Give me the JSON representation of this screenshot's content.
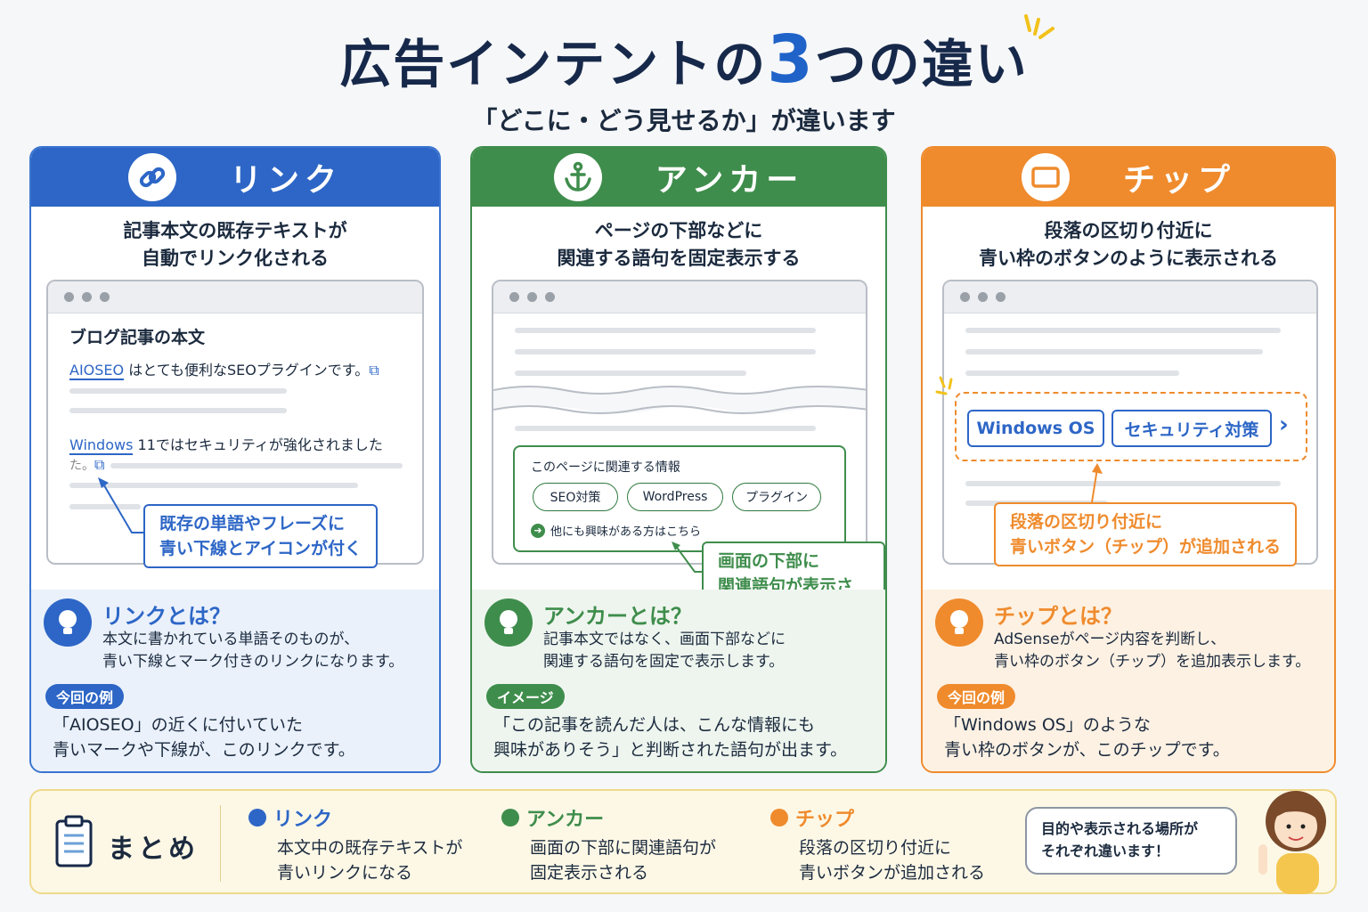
{
  "header": {
    "title_before": "広告インテントの",
    "title_num": "3",
    "title_after": "つの違い",
    "subtitle": "「どこに・どう見せるか」が違います"
  },
  "columns": [
    {
      "name": "リンク",
      "icon": "link-icon",
      "color": "#2d66c6",
      "desc": [
        "記事本文の既存テキストが",
        "自動でリンク化される"
      ],
      "mock": {
        "heading": "ブログ記事の本文",
        "link1": "AIOSEO",
        "text1": "はとても便利なSEOプラグインです。",
        "link2": "Windows",
        "text2": "11ではセキュリティが強化されました",
        "text2b": "た。"
      },
      "callout": [
        "既存の単語やフレーズに",
        "青い下線とアイコンが付く"
      ],
      "q": "リンクとは？",
      "qt": [
        "本文に書かれている単語そのものが、",
        "青い下線とマーク付きのリンクになります。"
      ],
      "tag": "今回の例",
      "ex": [
        "「AIOSEO」の近くに付いていた",
        "青いマークや下線が、このリンクです。"
      ]
    },
    {
      "name": "アンカー",
      "icon": "anchor-icon",
      "color": "#3f8d4c",
      "desc": [
        "ページの下部などに",
        "関連する語句を固定表示する"
      ],
      "mock": {
        "box_title": "このページに関連する情報",
        "keywords": [
          "SEO対策",
          "WordPress",
          "プラグイン"
        ],
        "more": "他にも興味がある方はこちら"
      },
      "callout": [
        "画面の下部に",
        "関連語句が表示される"
      ],
      "q": "アンカーとは？",
      "qt": [
        "記事本文ではなく、画面下部などに",
        "関連する語句を固定で表示します。"
      ],
      "tag": "イメージ",
      "ex": [
        "「この記事を読んだ人は、こんな情報にも",
        "興味がありそう」と判断された語句が出ます。"
      ]
    },
    {
      "name": "チップ",
      "icon": "chip-icon",
      "color": "#ef8b2d",
      "desc": [
        "段落の区切り付近に",
        "青い枠のボタンのように表示される"
      ],
      "mock": {
        "chips": [
          "Windows OS",
          "セキュリティ対策"
        ],
        "arrow": "›"
      },
      "callout": [
        "段落の区切り付近に",
        "青いボタン（チップ）が追加される"
      ],
      "q": "チップとは？",
      "qt": [
        "AdSenseがページ内容を判断し、",
        "青い枠のボタン（チップ）を追加表示します。"
      ],
      "tag": "今回の例",
      "ex": [
        "「Windows OS」のような",
        "青い枠のボタンが、このチップです。"
      ]
    }
  ],
  "summary": {
    "title": "まとめ",
    "items": [
      {
        "label": "リンク",
        "color": "#2d66c6",
        "text": [
          "本文中の既存テキストが",
          "青いリンクになる"
        ]
      },
      {
        "label": "アンカー",
        "color": "#3f8d4c",
        "text": [
          "画面の下部に関連語句が",
          "固定表示される"
        ]
      },
      {
        "label": "チップ",
        "color": "#ef8b2d",
        "text": [
          "段落の区切り付近に",
          "青いボタンが追加される"
        ]
      }
    ],
    "bubble": [
      "目的や表示される場所が",
      "それぞれ違います！"
    ]
  }
}
